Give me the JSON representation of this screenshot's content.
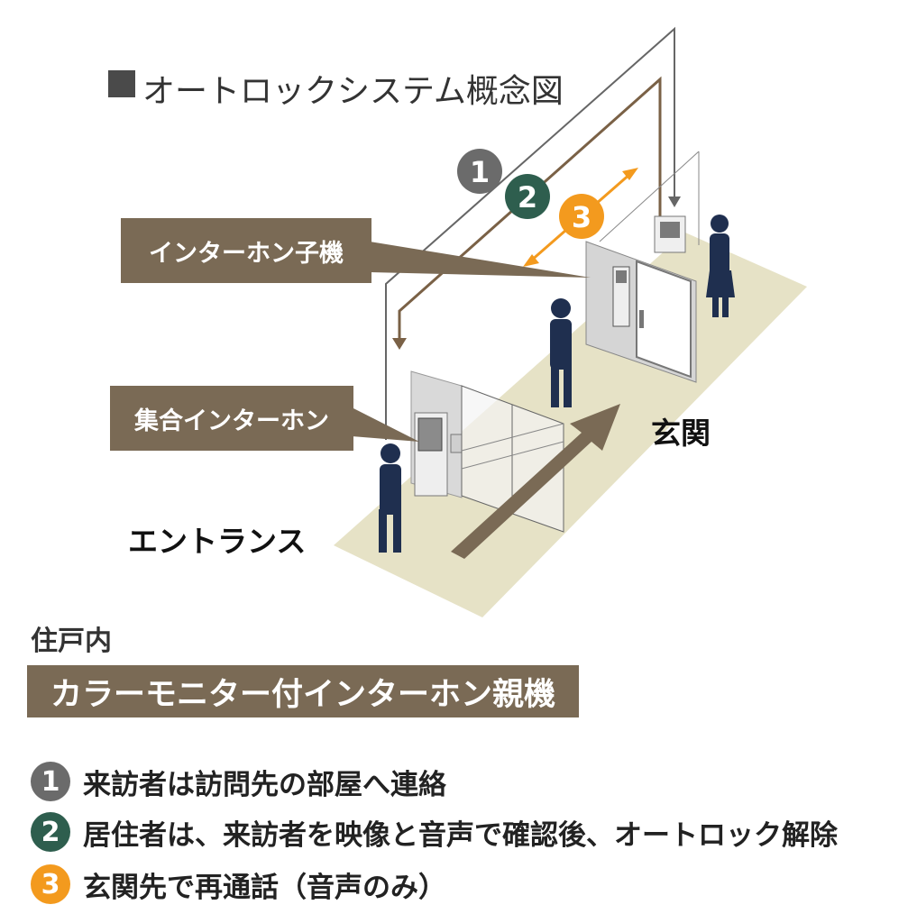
{
  "title": "オートロックシステム概念図",
  "labels": {
    "handset": "インターホン子機",
    "collective": "集合インターホン",
    "entrance": "エントランス",
    "genkan": "玄関"
  },
  "markers": [
    "1",
    "2",
    "3"
  ],
  "section_label": "住戸内",
  "main_unit": "カラーモニター付インターホン親機",
  "steps": [
    {
      "num": "1",
      "text": "来訪者は訪問先の部屋へ連絡",
      "color": "#6b6b6b"
    },
    {
      "num": "2",
      "text": "居住者は、来訪者を映像と音声で確認後、オートロック解除",
      "color": "#2e5e4e"
    },
    {
      "num": "3",
      "text": "玄関先で再通話（音声のみ）",
      "color": "#f39a1e"
    }
  ],
  "colors": {
    "brown": "#7a6a55",
    "floor": "#e6e2c6",
    "figure": "#1f2f4f",
    "line1": "#666666",
    "line2": "#7a6146",
    "accent_orange": "#f39a1e",
    "marker_green": "#2e5e4e"
  }
}
